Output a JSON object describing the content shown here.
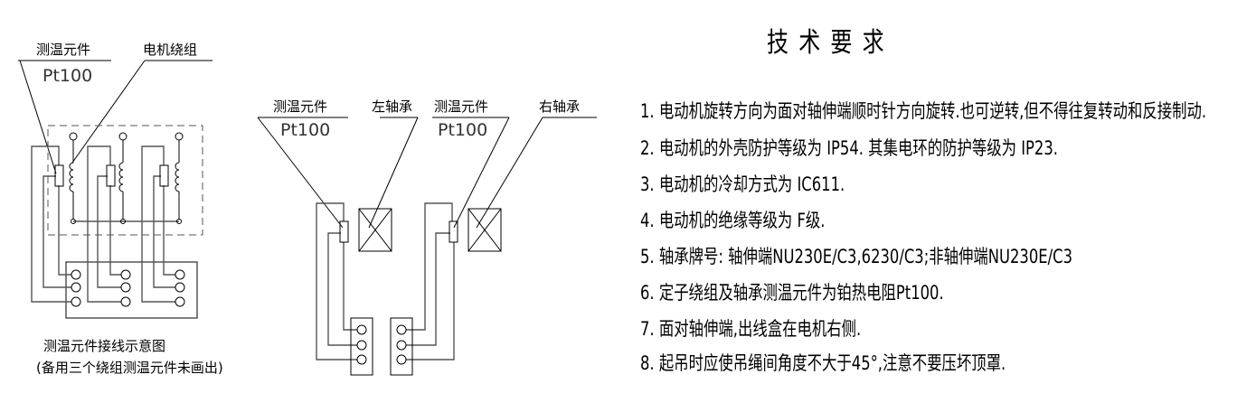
{
  "winding_diagram": {
    "sensor_label": "测温元件",
    "sensor_type": "Pt100",
    "winding_label": "电机绕组",
    "caption": "测温元件接线示意图",
    "caption_note": "(备用三个绕组测温元件未画出)"
  },
  "bearing_diagram": {
    "left_sensor_label": "测温元件",
    "left_sensor_type": "Pt100",
    "left_bearing_label": "左轴承",
    "right_sensor_label": "测温元件",
    "right_sensor_type": "Pt100",
    "right_bearing_label": "右轴承"
  },
  "requirements": {
    "title": "技术要求",
    "items": [
      "1. 电动机旋转方向为面对轴伸端顺时针方向旋转.也可逆转,但不得往复转动和反接制动.",
      "2. 电动机的外壳防护等级为 IP54. 其集电环的防护等级为 IP23.",
      "3. 电动机的冷却方式为 IC611.",
      "4. 电动机的绝缘等级为 F级.",
      "5. 轴承牌号: 轴伸端NU230E/C3,6230/C3;非轴伸端NU230E/C3",
      "6. 定子绕组及轴承测温元件为铂热电阻Pt100.",
      "7. 面对轴伸端,出线盒在电机右侧.",
      "8. 起吊时应使吊绳间角度不大于45°,注意不要压坏顶罩."
    ]
  }
}
